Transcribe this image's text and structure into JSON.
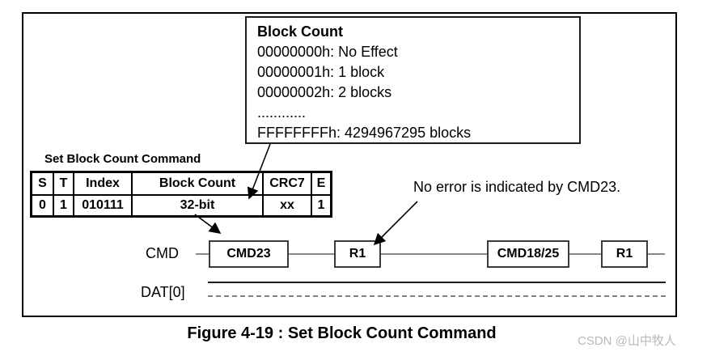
{
  "colors": {
    "timeline_gray": "#808080",
    "box_border": "#3a3a3a",
    "text": "#000000",
    "watermark": "#b9b9b9"
  },
  "figure": {
    "block_count_box": {
      "title": "Block Count",
      "lines": [
        "00000000h: No Effect",
        "00000001h: 1 block",
        "00000002h: 2 blocks",
        "............",
        "FFFFFFFFh: 4294967295 blocks"
      ]
    },
    "command_table": {
      "title": "Set Block Count Command",
      "headers": [
        "S",
        "T",
        "Index",
        "Block Count",
        "CRC7",
        "E"
      ],
      "row": [
        "0",
        "1",
        "010111",
        "32-bit",
        "xx",
        "1"
      ]
    },
    "annotation": "No error is indicated by CMD23.",
    "timeline": {
      "cmd_label": "CMD",
      "dat_label": "DAT[0]",
      "boxes": [
        "CMD23",
        "R1",
        "CMD18/25",
        "R1"
      ]
    },
    "caption": "Figure 4-19 : Set Block Count Command",
    "watermark": "CSDN @山中牧人"
  }
}
